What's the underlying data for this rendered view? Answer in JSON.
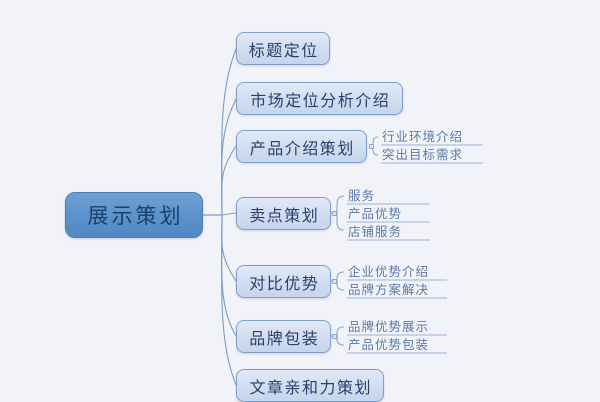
{
  "diagram": {
    "type": "mind-map",
    "title": "展示策划",
    "background_color": "#f2f3f8",
    "root": {
      "label": "展示策划",
      "fill_color": "#5b92cb",
      "text_color": "#1d3f6e"
    },
    "branch_style": {
      "fill_color": "#d3dff1",
      "border_color": "#7f9fcb",
      "text_color": "#2b3f6b"
    },
    "leaf_style": {
      "text_color": "#5a7aa8",
      "underline_color": "#9ab3d4"
    },
    "branches": [
      {
        "label": "标题定位",
        "children": []
      },
      {
        "label": "市场定位分析介绍",
        "children": []
      },
      {
        "label": "产品介绍策划",
        "children": [
          "行业环境介绍",
          "突出目标需求"
        ]
      },
      {
        "label": "卖点策划",
        "children": [
          "服务",
          "产品优势",
          "店铺服务"
        ]
      },
      {
        "label": "对比优势",
        "children": [
          "企业优势介绍",
          "品牌方案解决"
        ]
      },
      {
        "label": "品牌包装",
        "children": [
          "品牌优势展示",
          "产品优势包装"
        ]
      },
      {
        "label": "文章亲和力策划",
        "children": []
      }
    ]
  }
}
